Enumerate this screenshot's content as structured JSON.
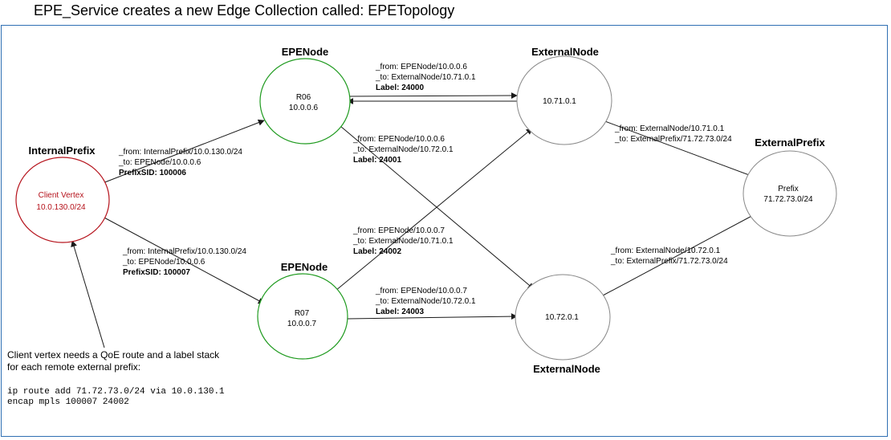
{
  "title": "EPE_Service creates a new Edge Collection called: EPETopology",
  "nodes": {
    "internal_prefix": {
      "heading": "InternalPrefix",
      "line1": "Client Vertex",
      "line2": "10.0.130.0/24",
      "color": "#b5121b"
    },
    "r06": {
      "heading": "EPENode",
      "line1": "R06",
      "line2": "10.0.0.6",
      "color": "#1e9a1e"
    },
    "r07": {
      "heading": "EPENode",
      "line1": "R07",
      "line2": "10.0.0.7",
      "color": "#1e9a1e"
    },
    "ext_71": {
      "heading": "ExternalNode",
      "line1": "10.71.0.1",
      "color": "#888888"
    },
    "ext_72": {
      "heading": "ExternalNode",
      "line1": "10.72.0.1",
      "color": "#888888"
    },
    "ext_prefix": {
      "heading": "ExternalPrefix",
      "line1": "Prefix",
      "line2": "71.72.73.0/24",
      "color": "#888888"
    }
  },
  "edges": {
    "ip_r06": {
      "from": "_from: InternalPrefix/10.0.130.0/24",
      "to": "_to: EPENode/10.0.0.6",
      "label": "PrefixSID: 100006"
    },
    "ip_r07": {
      "from": "_from: InternalPrefix/10.0.130.0/24",
      "to": "_to: EPENode/10.0.0.6",
      "label": "PrefixSID: 100007"
    },
    "r06_71": {
      "from": "_from: EPENode/10.0.0.6",
      "to": "_to: ExternalNode/10.71.0.1",
      "label": "Label: 24000"
    },
    "r06_72": {
      "from": "_from: EPENode/10.0.0.6",
      "to": "_to: ExternalNode/10.72.0.1",
      "label": "Label: 24001"
    },
    "r07_71": {
      "from": "_from: EPENode/10.0.0.7",
      "to": "_to: ExternalNode/10.71.0.1",
      "label": "Label: 24002"
    },
    "r07_72": {
      "from": "_from: EPENode/10.0.0.7",
      "to": "_to: ExternalNode/10.72.0.1",
      "label": "Label: 24003"
    },
    "e71_prefix": {
      "from": "_from: ExternalNode/10.71.0.1",
      "to": "_to: ExternalPrefix/71.72.73.0/24"
    },
    "e72_prefix": {
      "from": "_from: ExternalNode/10.72.0.1",
      "to": "_to: ExternalPrefix/71.72.73.0/24"
    }
  },
  "note": {
    "line1": "Client vertex needs a QoE route and a label stack",
    "line2": "for each remote external prefix:",
    "code1": "ip route add 71.72.73.0/24 via 10.0.130.1",
    "code2": "encap mpls 100007 24002"
  }
}
